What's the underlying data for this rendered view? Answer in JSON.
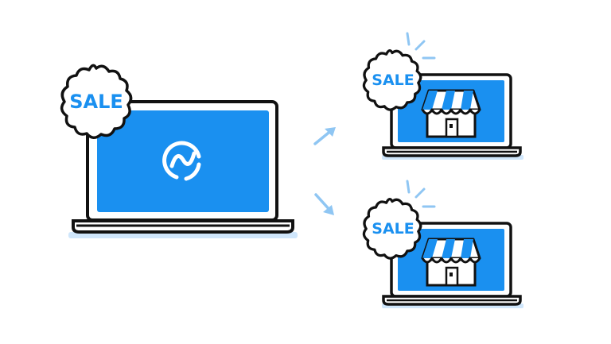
{
  "colors": {
    "screen_blue": "#1a90f0",
    "outline": "#111111",
    "shadow": "#cfe6fb",
    "arrow": "#8fc6f3",
    "white": "#ffffff"
  },
  "main_laptop": {
    "badge_label": "SALE",
    "logo": "brand-swirl-logo-icon"
  },
  "store_laptops": [
    {
      "badge_label": "SALE",
      "icon": "storefront-icon"
    },
    {
      "badge_label": "SALE",
      "icon": "storefront-icon"
    }
  ],
  "arrows": [
    "arrow-up-right-icon",
    "arrow-down-right-icon"
  ]
}
